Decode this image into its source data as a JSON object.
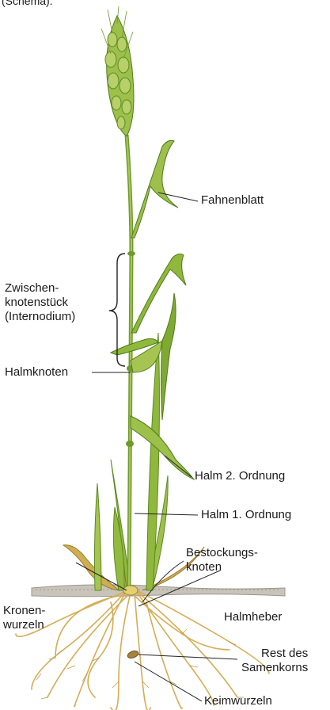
{
  "caption": "(Schema).",
  "labels": {
    "fahnenblatt": "Fahnenblatt",
    "internodium": [
      "Zwischen-",
      "knotenstück",
      "(Internodium)"
    ],
    "halmknoten": "Halmknoten",
    "halm2": "Halm 2. Ordnung",
    "halm1": "Halm 1. Ordnung",
    "bestockung": [
      "Bestockungs-",
      "knoten"
    ],
    "kronenwurzeln": [
      "Kronen-",
      "wurzeln"
    ],
    "halmheber": "Halmheber",
    "samenkorn": [
      "Rest des",
      "Samenkorns"
    ],
    "keimwurzeln": "Keimwurzeln"
  },
  "colors": {
    "leaf": "#8fb83c",
    "leaf_dark": "#5d8a22",
    "leaf_light": "#c3d86a",
    "stem": "#7da634",
    "dry": "#c9a545",
    "root": "#d9b35a",
    "soil": "#b5b0a6",
    "line": "#222222"
  }
}
